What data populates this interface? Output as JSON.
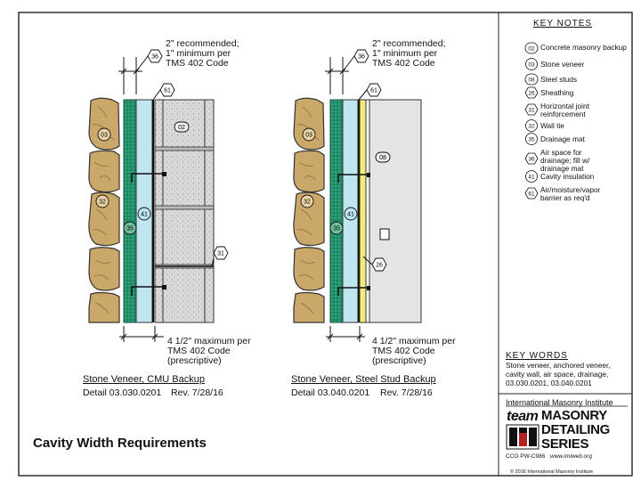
{
  "page_title": "Cavity Width Requirements",
  "left_detail": {
    "top_note": [
      "2\" recommended;",
      "1\" minimum per",
      "TMS 402 Code"
    ],
    "bottom_note": [
      "4 1/2\" maximum per",
      "TMS 402 Code",
      "(prescriptive)"
    ],
    "caption_title": "Stone Veneer, CMU Backup",
    "caption_detail": "Detail 03.030.0201",
    "caption_rev": "Rev. 7/28/16",
    "tags": {
      "t36": "36",
      "t61": "61",
      "t03": "03",
      "t02": "02",
      "t32": "32",
      "t41": "41",
      "t35": "35",
      "t31": "31"
    }
  },
  "right_detail": {
    "top_note": [
      "2\" recommended;",
      "1\" minimum per",
      "TMS 402 Code"
    ],
    "bottom_note": [
      "4 1/2\" maximum per",
      "TMS 402 Code",
      "(prescriptive)"
    ],
    "caption_title": "Stone Veneer, Steel Stud Backup",
    "caption_detail": "Detail 03.040.0201",
    "caption_rev": "Rev. 7/28/16",
    "tags": {
      "t36": "36",
      "t61": "61",
      "t03": "03",
      "t08": "08",
      "t32": "32",
      "t41": "41",
      "t35": "35",
      "t26": "26"
    }
  },
  "keynotes": {
    "title": "KEY NOTES",
    "items": [
      {
        "tag": "02",
        "text": "Concrete masonry backup"
      },
      {
        "tag": "03",
        "text": "Stone veneer"
      },
      {
        "tag": "08",
        "text": "Steel studs"
      },
      {
        "tag": "26",
        "text": "Sheathing"
      },
      {
        "tag": "31",
        "text": "Horizontal joint reinforcement"
      },
      {
        "tag": "32",
        "text": "Wall tie"
      },
      {
        "tag": "35",
        "text": "Drainage mat"
      },
      {
        "tag": "36",
        "text": "Air space for drainage; fill w/ drainage mat"
      },
      {
        "tag": "41",
        "text": "Cavity insulation"
      },
      {
        "tag": "61",
        "text": "Air/moisture/vapor barrier as req'd"
      }
    ]
  },
  "keywords": {
    "title": "KEY WORDS",
    "text": "Stone veneer, anchored veneer, cavity wall, air space, drainage, 03.030.0201, 03.040.0201"
  },
  "imi": {
    "name": "International Masonry Institute",
    "team": "team",
    "series": [
      "MASONRY",
      "DETAILING",
      "SERIES"
    ],
    "code": "CCO PW-C986",
    "web": "www.imiweb.org",
    "copyright": "© 2016 International Masonry Institute"
  },
  "colors": {
    "stone": "#c9a86a",
    "stone_dark": "#9c7b45",
    "drainage_mat": "#1f8f6a",
    "insulation": "#bfe6ee",
    "cmu": "#d7d7d7",
    "sheathing": "#f3ec7a",
    "stud_cavity": "#e4e4e4"
  }
}
